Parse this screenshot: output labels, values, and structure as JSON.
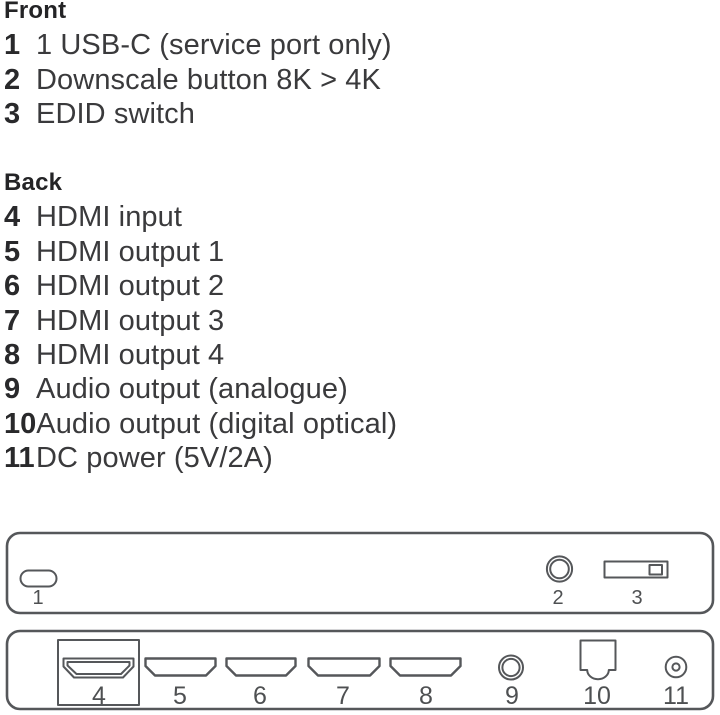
{
  "colors": {
    "text": "#3a3a3c",
    "ink": "#29292b",
    "line": "#55575a"
  },
  "front_section": {
    "heading": "Front",
    "items": [
      {
        "num": "1",
        "label": "1 USB-C (service port only)"
      },
      {
        "num": "2",
        "label": "Downscale button 8K > 4K"
      },
      {
        "num": "3",
        "label": "EDID switch"
      }
    ]
  },
  "back_section": {
    "heading": "Back",
    "items": [
      {
        "num": "4",
        "label": "HDMI input"
      },
      {
        "num": "5",
        "label": "HDMI output 1"
      },
      {
        "num": "6",
        "label": "HDMI output 2"
      },
      {
        "num": "7",
        "label": "HDMI output 3"
      },
      {
        "num": "8",
        "label": "HDMI output 4"
      },
      {
        "num": "9",
        "label": "Audio output (analogue)"
      },
      {
        "num": "10",
        "label": "Audio output (digital optical)"
      },
      {
        "num": "11",
        "label": "DC power (5V/2A)"
      }
    ]
  },
  "front_panel_diagram": {
    "usb_c_port_label": "1",
    "downscale_button_label": "2",
    "edid_switch_label": "3"
  },
  "back_panel_diagram": {
    "hdmi_input_label": "4",
    "hdmi_output_1_label": "5",
    "hdmi_output_2_label": "6",
    "hdmi_output_3_label": "7",
    "hdmi_output_4_label": "8",
    "audio_analogue_label": "9",
    "audio_optical_label": "10",
    "dc_power_label": "11"
  }
}
